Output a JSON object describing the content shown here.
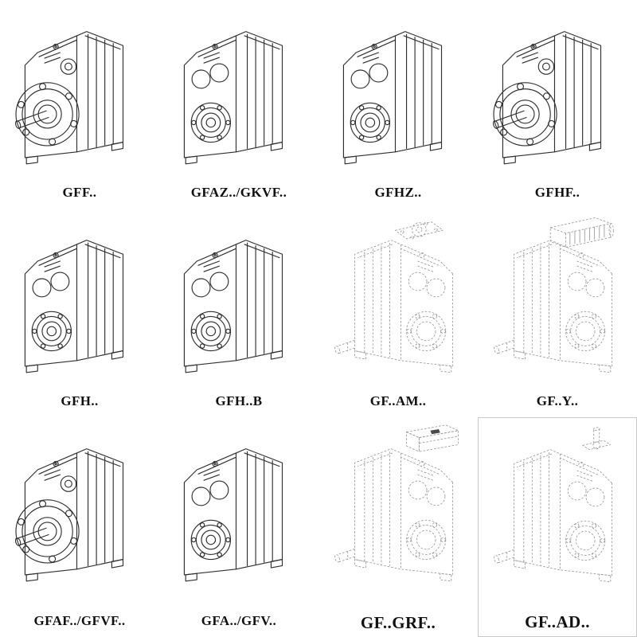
{
  "colors": {
    "background": "#ffffff",
    "line_solid": "#2f2f2f",
    "line_dashed": "#9b9b9b",
    "label_text": "#111111"
  },
  "catalog": {
    "items": [
      {
        "label": "GFF..",
        "style": "solid-flange-output"
      },
      {
        "label": "GFAZ../GKVF..",
        "style": "solid-hollow-bore"
      },
      {
        "label": "GFHZ..",
        "style": "solid-hollow-bore"
      },
      {
        "label": "GFHF..",
        "style": "solid-flange-output"
      },
      {
        "label": "GFH..",
        "style": "solid-hollow-bore"
      },
      {
        "label": "GFH..B",
        "style": "solid-hollow-bore"
      },
      {
        "label": "GF..AM..",
        "style": "dashed-adapter-flange"
      },
      {
        "label": "GF..Y..",
        "style": "dashed-with-motor"
      },
      {
        "label": "GFAF../GFVF..",
        "style": "solid-flange-output"
      },
      {
        "label": "GFA../GFV..",
        "style": "solid-hollow-bore"
      },
      {
        "label": "GF..GRF..",
        "style": "dashed-top-unit"
      },
      {
        "label": "GF..AD..",
        "style": "dashed-input-shaft"
      }
    ]
  }
}
